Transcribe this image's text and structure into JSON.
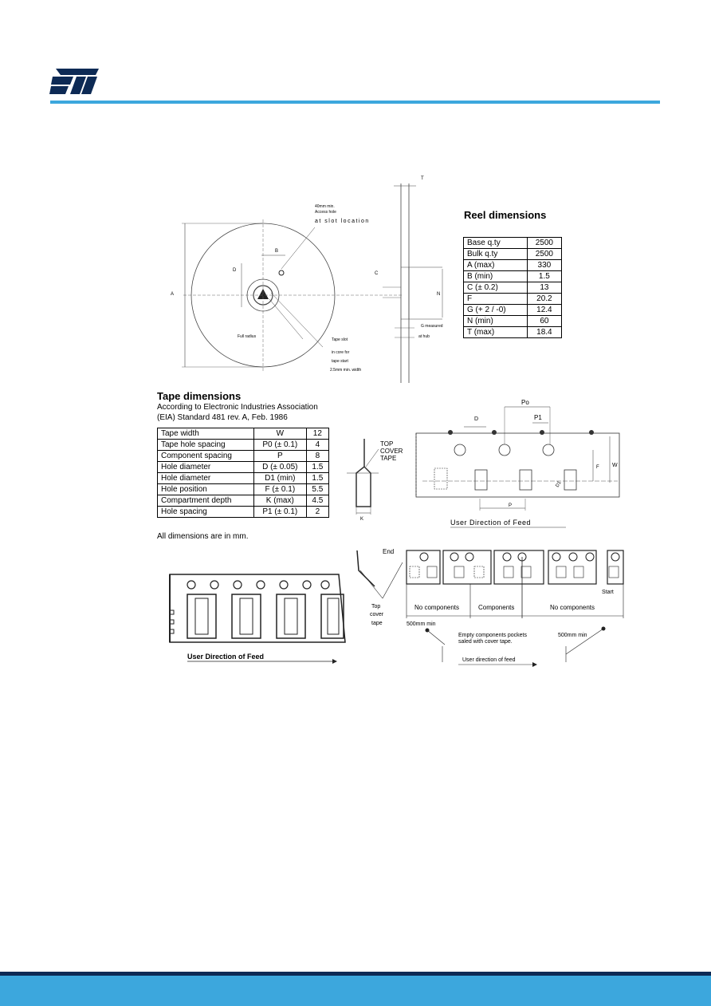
{
  "header": {
    "logo": "ST logo",
    "accent_color": "#3ca7dd",
    "footer_dark_color": "#0d2a55"
  },
  "reel": {
    "title": "Reel dimensions",
    "rows": [
      {
        "label": "Base q.ty",
        "value": "2500"
      },
      {
        "label": "Bulk q.ty",
        "value": "2500"
      },
      {
        "label": "A (max)",
        "value": "330"
      },
      {
        "label": "B (min)",
        "value": "1.5"
      },
      {
        "label": "C (± 0.2)",
        "value": "13"
      },
      {
        "label": "F",
        "value": "20.2"
      },
      {
        "label": "G (+ 2 / -0)",
        "value": "12.4"
      },
      {
        "label": "N (min)",
        "value": "60"
      },
      {
        "label": "T (max)",
        "value": "18.4"
      }
    ],
    "drawing_labels": {
      "slot_note_1": "40mm min.",
      "slot_note_2": "Access hole",
      "slot_note_3": "at slot location",
      "label_a": "A",
      "label_b": "B",
      "label_c": "C",
      "label_d": "D",
      "label_n": "N",
      "label_t": "T",
      "full_radius": "Full radius",
      "tape_slot_1": "Tape slot",
      "tape_slot_2": "in core for",
      "tape_slot_3": "tape start",
      "tape_slot_4": "2.5mm min. width",
      "g_measured": "G measured",
      "at_hub": "at hub"
    }
  },
  "tape": {
    "title": "Tape dimensions",
    "subtitle_1": "According to Electronic Industries Association",
    "subtitle_2": "(EIA) Standard 481 rev. A, Feb. 1986",
    "rows": [
      {
        "label": "Tape width",
        "symbol": "W",
        "value": "12"
      },
      {
        "label": "Tape hole spacing",
        "symbol": "P0 (± 0.1)",
        "value": "4"
      },
      {
        "label": "Component spacing",
        "symbol": "P",
        "value": "8"
      },
      {
        "label": "Hole diameter",
        "symbol": "D (± 0.05)",
        "value": "1.5"
      },
      {
        "label": "Hole diameter",
        "symbol": "D1 (min)",
        "value": "1.5"
      },
      {
        "label": "Hole position",
        "symbol": "F (± 0.1)",
        "value": "5.5"
      },
      {
        "label": "Compartment depth",
        "symbol": "K (max)",
        "value": "4.5"
      },
      {
        "label": "Hole spacing",
        "symbol": "P1 (± 0.1)",
        "value": "2"
      }
    ],
    "note": "All dimensions are in mm.",
    "drawing_labels": {
      "top": "TOP",
      "cover": "COVER",
      "tape": "TAPE",
      "k": "K",
      "po": "Po",
      "d": "D",
      "p1": "P1",
      "f": "F",
      "w": "W",
      "p": "P",
      "d1": "D1",
      "feed": "User Direction of Feed"
    }
  },
  "bottom": {
    "feed_left": "User Direction of Feed",
    "end": "End",
    "start": "Start",
    "top_cover_1": "Top",
    "top_cover_2": "cover",
    "top_cover_3": "tape",
    "no_components_1": "No components",
    "components": "Components",
    "no_components_2": "No components",
    "min_left": "500mm min",
    "min_right": "500mm min",
    "empty_note_1": "Empty components pockets",
    "empty_note_2": "saled with cover tape.",
    "feed_right": "User direction of feed"
  }
}
